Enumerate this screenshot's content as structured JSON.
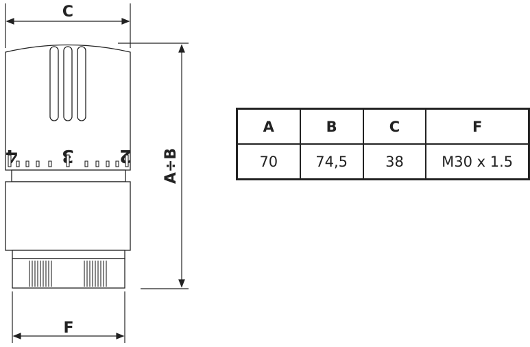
{
  "diagram": {
    "dimension_labels": {
      "width_top": "C",
      "height": "A÷B",
      "width_bottom": "F"
    },
    "scale_numbers": [
      "4",
      "3",
      "2"
    ]
  },
  "table": {
    "headers": [
      "A",
      "B",
      "C",
      "F"
    ],
    "values": [
      "70",
      "74,5",
      "38",
      "M30 x 1.5"
    ]
  }
}
